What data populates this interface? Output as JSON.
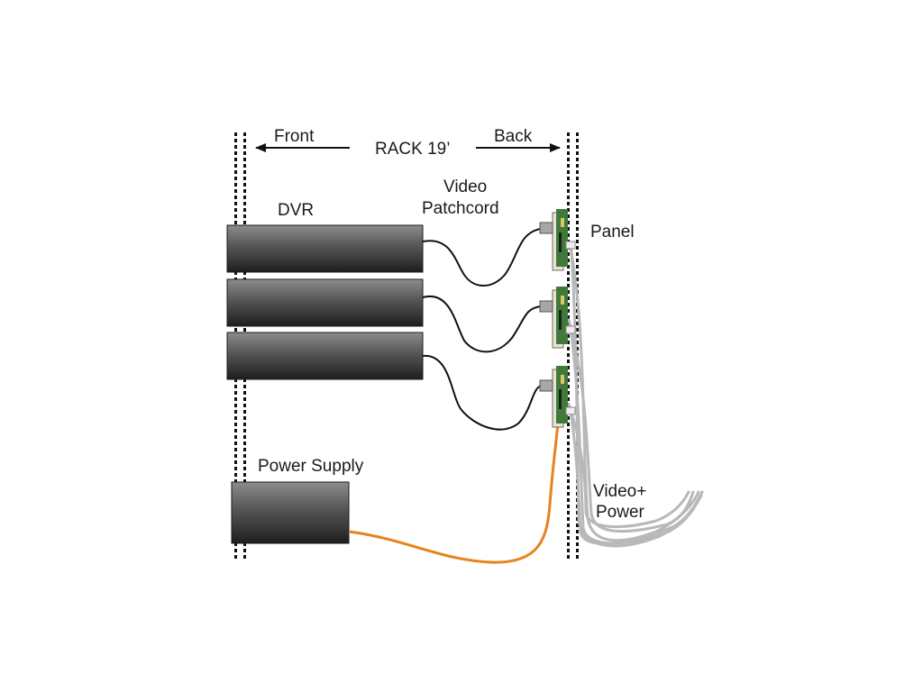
{
  "header": {
    "front_label": "Front",
    "rack_label": "RACK 19’",
    "back_label": "Back"
  },
  "labels": {
    "dvr": "DVR",
    "patchcord_line1": "Video",
    "patchcord_line2": "Patchcord",
    "panel": "Panel",
    "power_supply": "Power Supply",
    "video_power_line1": "Video+",
    "video_power_line2": "Power"
  },
  "colors": {
    "rack_rail": "#111111",
    "device_dark": "#262626",
    "device_light": "#8c8c8c",
    "patchcord": "#111111",
    "power_cable": "#e8821e",
    "video_power_cable": "#b8b8b8",
    "panel_board": "#3f7a3a",
    "panel_plate": "#e9e4d2"
  }
}
